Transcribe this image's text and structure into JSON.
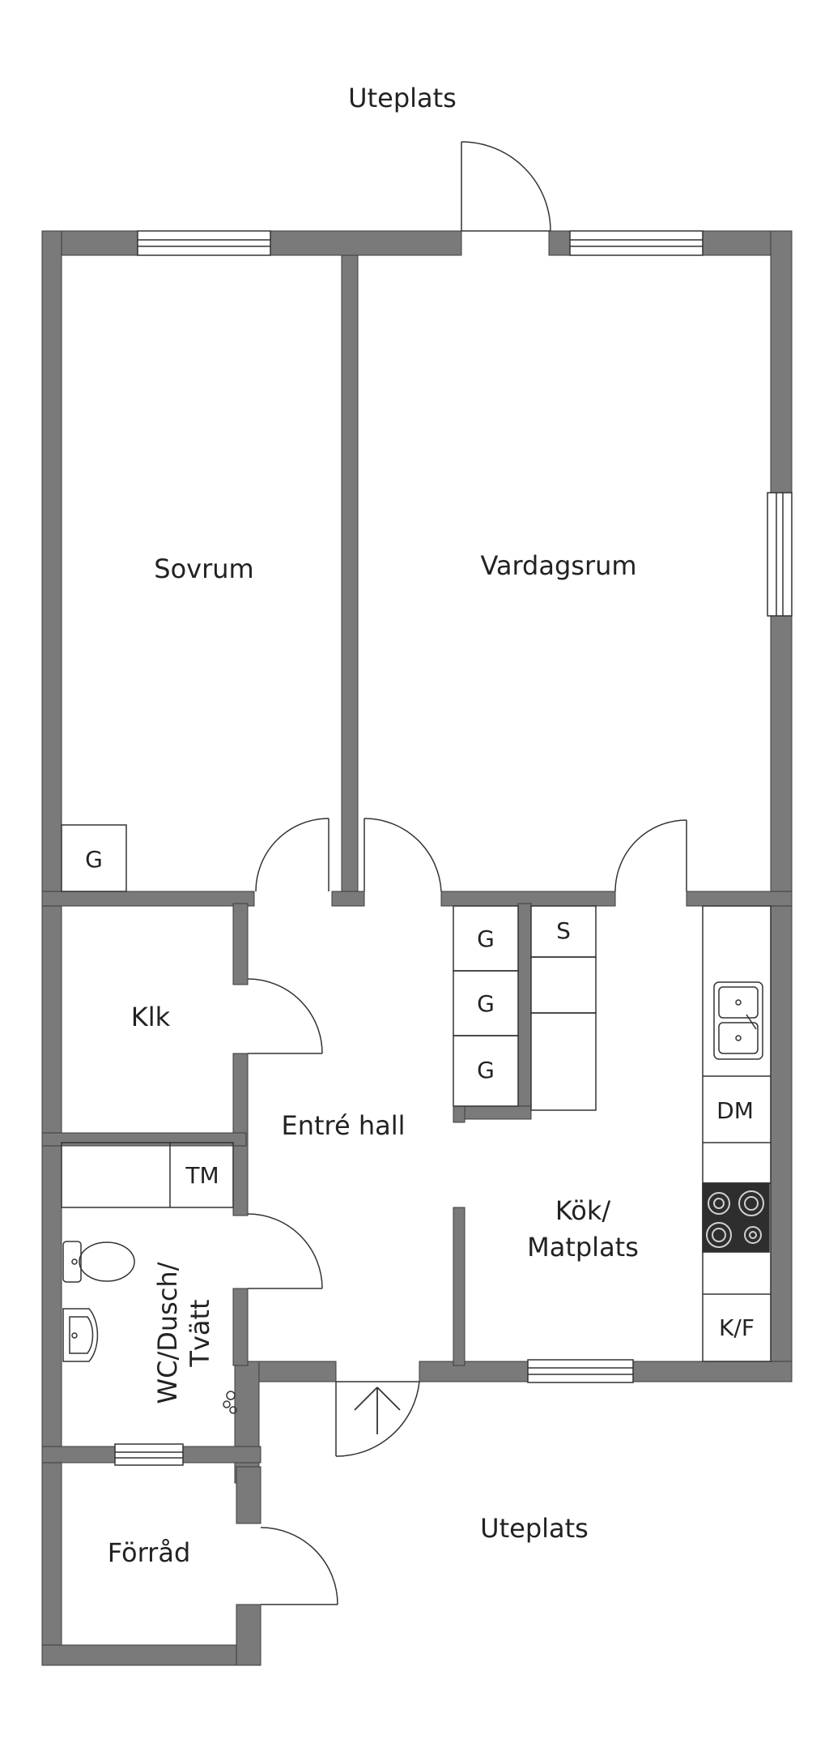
{
  "colors": {
    "wall": "#7a7a7a",
    "wall_stroke": "#3c3c3c",
    "line": "#333333",
    "background": "#ffffff"
  },
  "labels": {
    "top_terrace": "Uteplats",
    "bottom_terrace": "Uteplats",
    "bedroom": "Sovrum",
    "living_room": "Vardagsrum",
    "closet": "Klk",
    "entrance_hall": "Entré hall",
    "kitchen_line1": "Kök/",
    "kitchen_line2": "Matplats",
    "bathroom_line1": "WC/Dusch/",
    "bathroom_line2": "Tvätt",
    "storage": "Förråd"
  },
  "fixtures": {
    "bedroom_wardrobe": "G",
    "hall_wardrobe_1": "G",
    "hall_wardrobe_2": "G",
    "hall_wardrobe_3": "G",
    "cleaning_cabinet": "S",
    "dryer": "TM",
    "dishwasher": "DM",
    "fridge_freezer": "K/F"
  },
  "icons": {
    "sink": "kitchen-sink-icon",
    "stove": "stove-icon",
    "toilet": "toilet-icon",
    "washbasin": "washbasin-icon",
    "entrance": "entrance-arrow-icon"
  }
}
